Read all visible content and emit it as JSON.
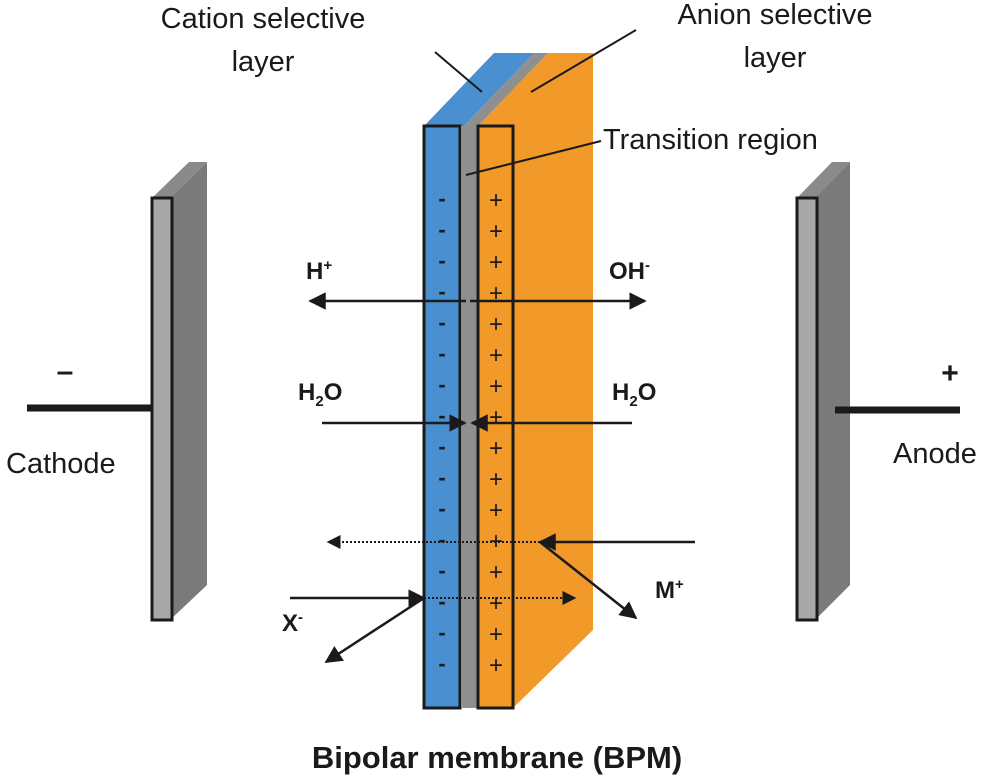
{
  "labels": {
    "cation_layer_line1": "Cation selective",
    "cation_layer_line2": "layer",
    "anion_layer_line1": "Anion selective",
    "anion_layer_line2": "layer",
    "transition_region": "Transition region",
    "cathode": "Cathode",
    "anode": "Anode",
    "cathode_sign": "–",
    "anode_sign": "+",
    "title": "Bipolar membrane (BPM)"
  },
  "species": {
    "h_plus": {
      "base": "H",
      "sup": "+"
    },
    "oh_minus": {
      "base": "OH",
      "sup": "-"
    },
    "water_left": {
      "base": "H",
      "sub": "2",
      "tail": "O"
    },
    "water_right": {
      "base": "H",
      "sub": "2",
      "tail": "O"
    },
    "cation_m": {
      "base": "M",
      "sup": "+"
    },
    "anion_x": {
      "base": "X",
      "sup": "-"
    }
  },
  "charges": {
    "cation_layer_symbol": "-",
    "anion_layer_symbol": "+",
    "count": 16
  },
  "colors": {
    "cation_layer": "#4a90d0",
    "cation_layer_top": "#3f7fc2",
    "anion_layer": "#f19a2a",
    "anion_layer_top": "#f5a435",
    "transition": "#8f8f8f",
    "electrode_front": "#a8a8a8",
    "electrode_side": "#7a7a7a",
    "ink": "#1a1a1a"
  }
}
